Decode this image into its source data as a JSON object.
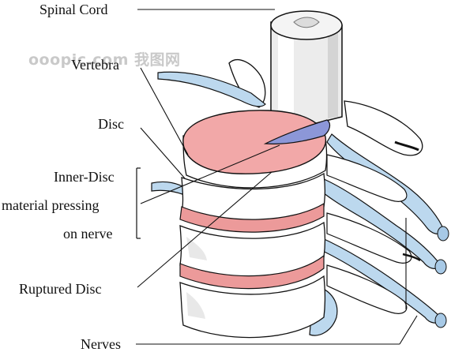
{
  "labels": {
    "spinal_cord": "Spinal Cord",
    "vertebra": "Vertebra",
    "disc": "Disc",
    "inner_disc_line1": "Inner-Disc",
    "inner_disc_line2": "material pressing",
    "inner_disc_line3": "on nerve",
    "ruptured_disc": "Ruptured Disc",
    "nerves": "Nerves"
  },
  "watermark": "ooopic.com 我图网",
  "colors": {
    "disc_top": "#f2a8a8",
    "disc_band": "#ec9a9a",
    "nerve": "#bcd8ee",
    "bone": "#ffffff",
    "bone_shadow": "#e6e6e6",
    "outline": "#111111"
  }
}
